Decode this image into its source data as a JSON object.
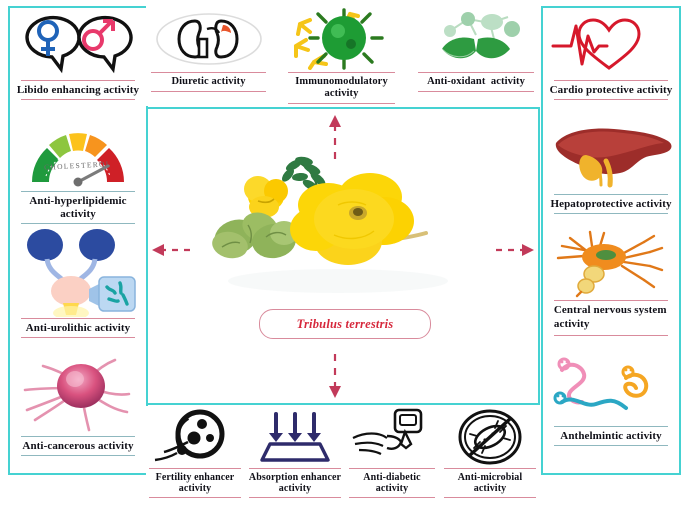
{
  "figure": {
    "center_label": "Tribulus terrestris",
    "accent_border": "#45d2d2",
    "accent_pink": "#d98b9c",
    "accent_teal_line": "#8fb8bf",
    "species_text_color": "#d6283c",
    "arrow_color": "#c23a5a",
    "center_image": "tribulus-terrestris-yellow-flower-photo"
  },
  "left_column": {
    "items": [
      {
        "label": "Libido enhancing activity",
        "icon": "gender-symbols-speech-bubbles-icon",
        "sep_top": "pink",
        "sep_bottom": "pink"
      },
      {
        "label": "Anti-hyperlipidemic activity",
        "icon": "cholesterol-gauge-icon",
        "sep_top": "teal",
        "sep_bottom": "teal"
      },
      {
        "label": "Anti-urolithic activity",
        "icon": "kidney-bladder-stones-icon",
        "sep_top": "pink",
        "sep_bottom": "pink"
      },
      {
        "label": "Anti-cancerous activity",
        "icon": "cancer-cell-icon",
        "sep_top": "teal",
        "sep_bottom": "teal"
      }
    ]
  },
  "right_column": {
    "items": [
      {
        "label": "Cardio protective activity",
        "icon": "heart-ecg-icon",
        "sep_top": "pink",
        "sep_bottom": "pink"
      },
      {
        "label": "Hepatoprotective activity",
        "icon": "liver-icon",
        "sep_top": "teal",
        "sep_bottom": "teal"
      },
      {
        "label": "Central nervous system activity",
        "icon": "neuron-icon",
        "sep_top": "pink",
        "sep_bottom": "pink"
      },
      {
        "label": "Anthelmintic activity",
        "icon": "worms-helminths-icon",
        "sep_top": "teal",
        "sep_bottom": "teal"
      }
    ]
  },
  "top_row": {
    "items": [
      {
        "label": "Diuretic activity",
        "icon": "kidneys-outline-icon"
      },
      {
        "label": "Immunomodulatory activity",
        "icon": "virus-antibody-icon"
      },
      {
        "label": "Anti-oxidant  activity",
        "icon": "antioxidant-leaves-molecule-icon"
      }
    ]
  },
  "bottom_row": {
    "items": [
      {
        "label": "Fertility enhancer activity",
        "icon": "sperm-ovum-icon"
      },
      {
        "label": "Absorption enhancer activity",
        "icon": "downward-arrows-absorption-icon"
      },
      {
        "label": "Anti-diabetic activity",
        "icon": "glucometer-finger-prick-icon"
      },
      {
        "label": "Anti-microbial activity",
        "icon": "no-bacteria-icon"
      }
    ]
  },
  "arrows": {
    "up": "arrow-up-dashed",
    "down": "arrow-down-dashed",
    "left": "arrow-left-dashed",
    "right": "arrow-right-dashed"
  }
}
